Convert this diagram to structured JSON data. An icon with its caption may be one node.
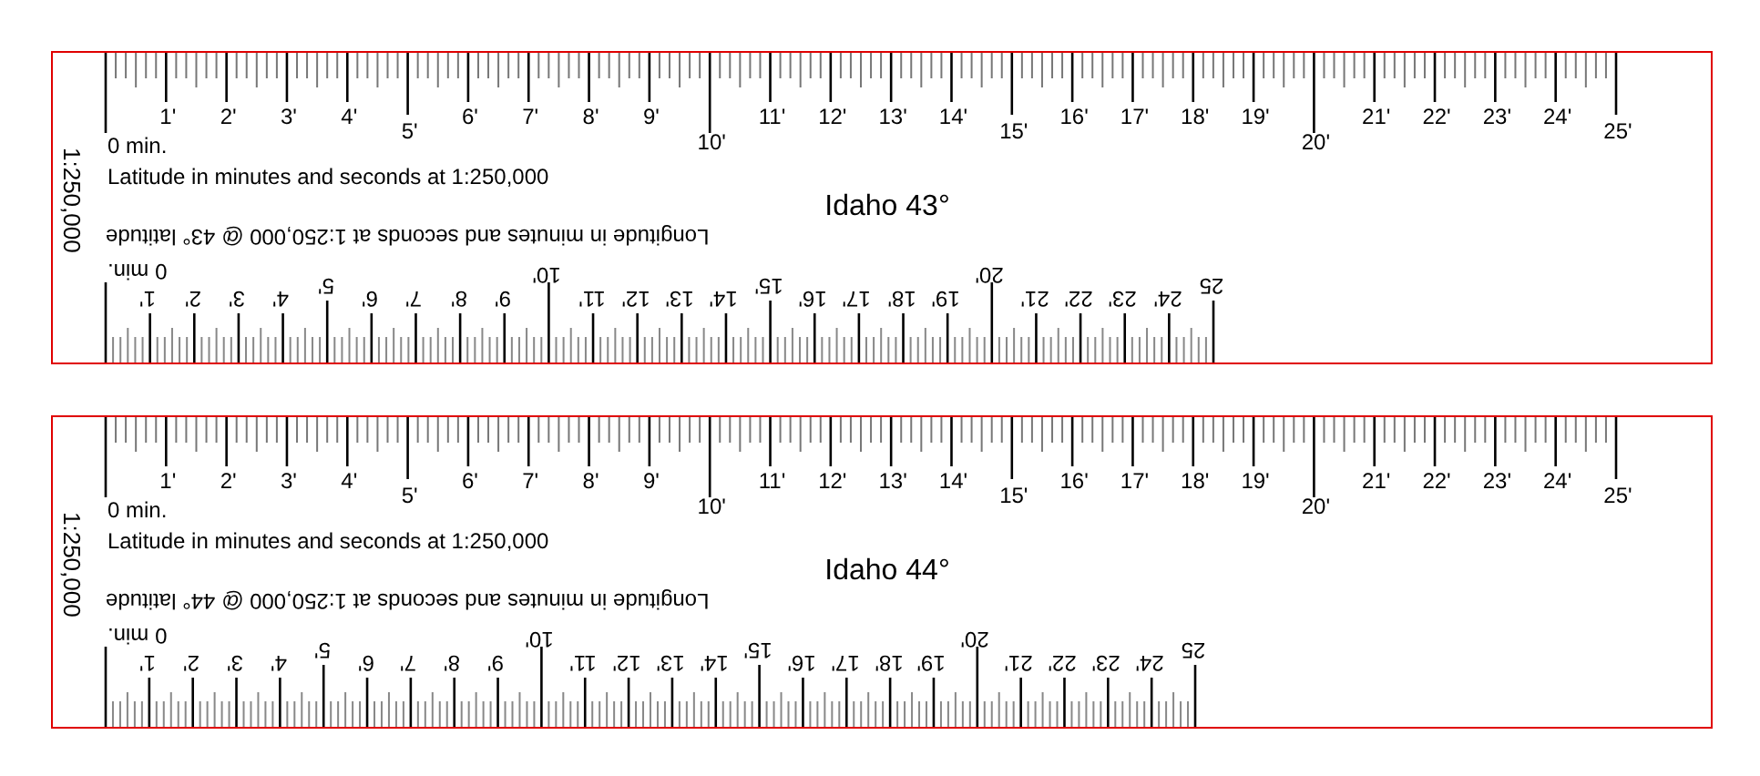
{
  "diagram": {
    "nodes": [
      {
        "text": [
          "1:250,000",
          "Latitude in minutes and seconds at 1:250,000",
          "Idaho 43°",
          "Longitude in minutes and seconds at 1:250,000 @ 43° latitude"
        ]
      },
      {
        "text": [
          "1:250,000",
          "Latitude in minutes and seconds at 1:250,000",
          "Idaho 44°",
          "Longitude in minutes and seconds at 1:250,000 @ 44° latitude"
        ]
      }
    ],
    "labels": [
      "0 min.",
      "1'",
      "2'",
      "3'",
      "4'",
      "5'",
      "6'",
      "7'",
      "8'",
      "9'",
      "10'",
      "11'",
      "12'",
      "13'",
      "14'",
      "15'",
      "16'",
      "17'",
      "18'",
      "19'",
      "20'",
      "21'",
      "22'",
      "23'",
      "24'",
      "25'",
      "0 min.",
      "1'",
      "2'",
      "3'",
      "4'",
      "5'",
      "6'",
      "7'",
      "8'",
      "9'",
      "10'",
      "11'",
      "12'",
      "13'",
      "14'",
      "15'",
      "16'",
      "17'",
      "18'",
      "19'",
      "20'",
      "21'",
      "22'",
      "23'",
      "24'",
      "25",
      "0 min.",
      "1'",
      "2'",
      "3'",
      "4'",
      "5'",
      "6'",
      "7'",
      "8'",
      "9'",
      "10'",
      "11'",
      "12'",
      "13'",
      "14'",
      "15'",
      "16'",
      "17'",
      "18'",
      "19'",
      "20'",
      "21'",
      "22'",
      "23'",
      "24'",
      "25'",
      "0 min.",
      "1'",
      "2'",
      "3'",
      "4'",
      "5'",
      "6'",
      "7'",
      "8'",
      "9'",
      "10'",
      "11'",
      "12'",
      "13'",
      "14'",
      "15'",
      "16'",
      "17'",
      "18'",
      "19'",
      "20'",
      "21'",
      "22'",
      "23'",
      "24'",
      "25"
    ]
  }
}
